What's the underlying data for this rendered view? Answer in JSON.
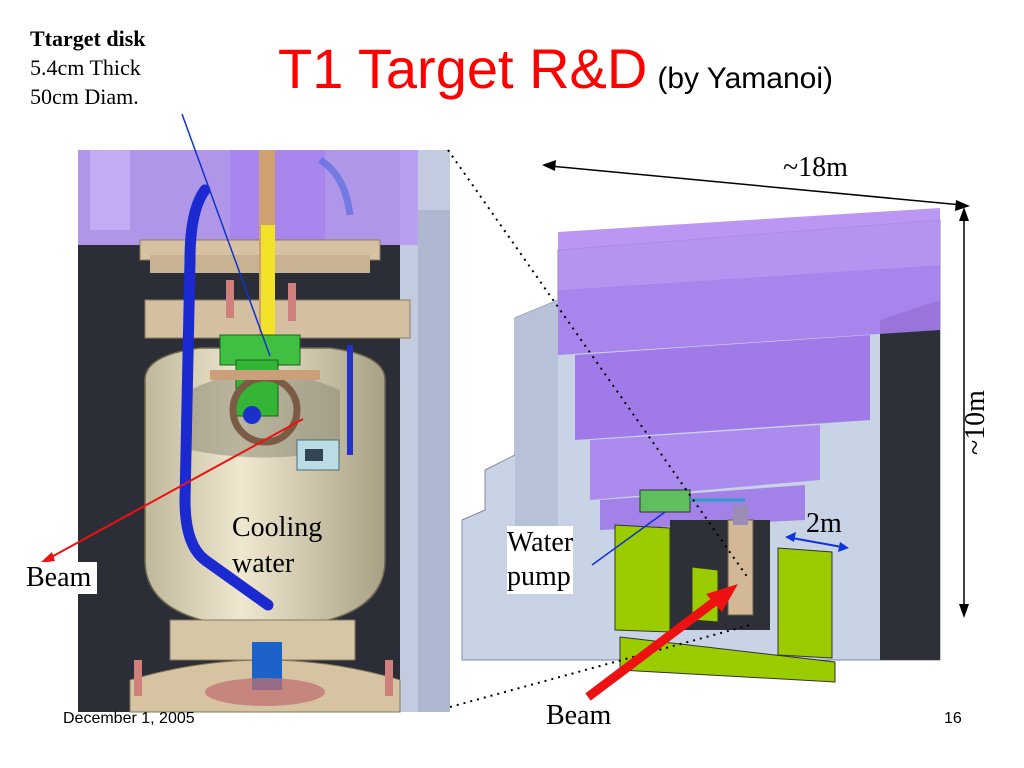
{
  "slide": {
    "title": "T1 Target R&D",
    "subtitle": "(by Yamanoi)",
    "date": "December 1, 2005",
    "page_number": "16"
  },
  "target_note": {
    "heading": "Ttarget disk",
    "line1": "5.4cm Thick",
    "line2": "50cm Diam."
  },
  "left_view": {
    "cooling_label_1": "Cooling",
    "cooling_label_2": "water",
    "beam_label": "Beam"
  },
  "right_view": {
    "width_label": "~18m",
    "height_label": "~10m",
    "gap_label": "2m",
    "pump_label_1": "Water",
    "pump_label_2": "pump",
    "beam_label": "Beam"
  },
  "colors": {
    "title": "#ff0000",
    "shield_purple": "#a27ef0",
    "concrete": "#c9d3e6",
    "iron_green": "#9bcc00",
    "beam_arrow": "#ee1111"
  }
}
